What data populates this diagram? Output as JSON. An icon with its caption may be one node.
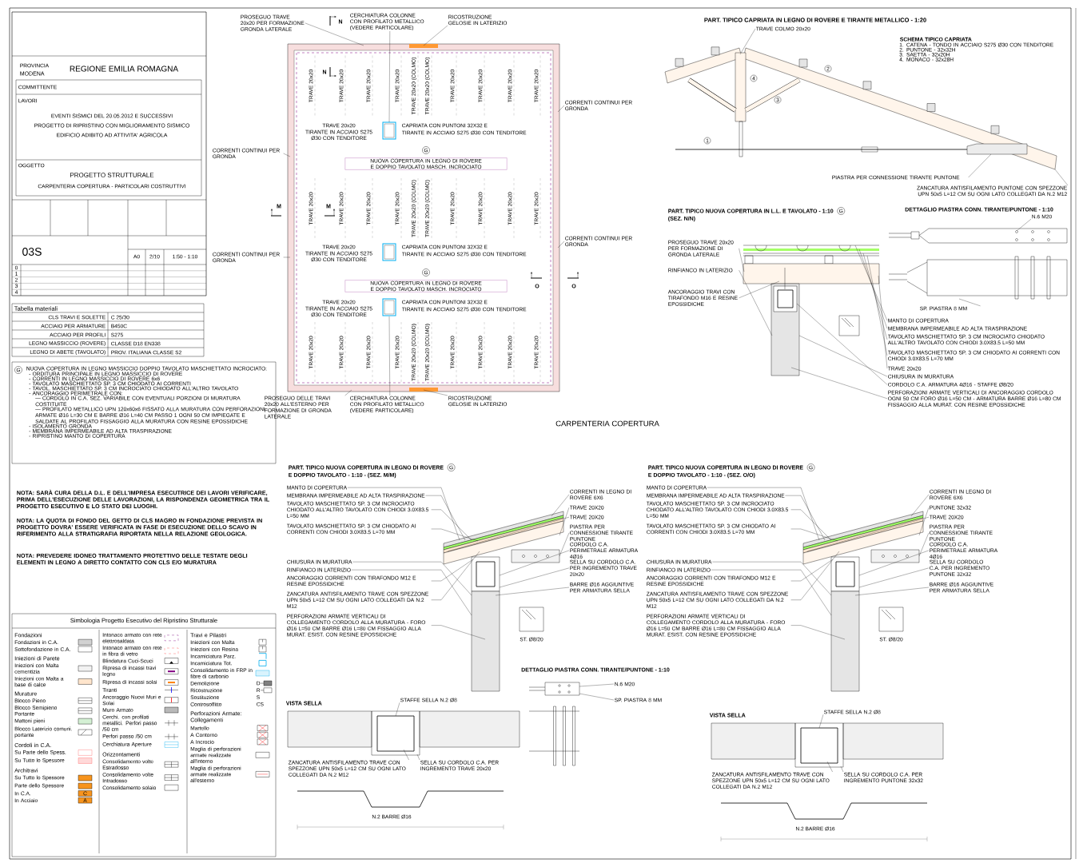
{
  "diagram": {
    "nodes": [
      {
        "text": [
          "PROSEGUO TRAVE 20x20 PER FORMAZIONE GRONDA LATERALE"
        ]
      },
      {
        "text": [
          "RICOSTRUZIONE GELOSIE IN LATERIZIO"
        ]
      },
      {
        "text": [
          "CORRENTI CONTINUI PER GRONDA"
        ]
      },
      {
        "text": [
          "CORRENTI CONTINUI PER GRONDA"
        ]
      },
      {
        "text": [
          "CORRENTI CONTINUI PER GRONDA"
        ]
      },
      {
        "text": [
          "CORRENTI CONTINUI PER GRONDA"
        ]
      },
      {
        "text": [
          "CERCHIATURA COLONNE CON PROFILATO METALLICO (VEDERE PARTICOLARE)"
        ]
      },
      {
        "text": [
          "CERCHIATURA COLONNE CON PROFILATO METALLICO (VEDERE PARTICOLARE)"
        ]
      },
      {
        "text": [
          "PROSEGUO DELLE TRAVI 20x20 ALL'ESTERNO PER FORMAZIONE DI GRONDA LATERALE"
        ]
      },
      {
        "text": [
          "RICOSTRUZIONE GELOSIE IN LATERIZIO"
        ]
      },
      {
        "text": [
          "TRAVE COLMO 20x20"
        ]
      },
      {
        "text": [
          "PIASTRA PER CONNESSIONE TIRANTE PUNTONE"
        ]
      },
      {
        "text": [
          "ZANCATURA ANTISFILAMENTO PUNTONE CON SPEZZONE UPN 50x5 L=12 CM SU OGNI LATO COLLEGATI DA N.2 M12"
        ]
      },
      {
        "text": [
          "N.6 M20"
        ]
      },
      {
        "text": [
          "SP. PIASTRA 8 MM"
        ]
      },
      {
        "text": [
          "MANTO DI COPERTURA"
        ]
      },
      {
        "text": [
          "MEMBRANA IMPERMEABILE AD ALTA TRASPIRAZIONE"
        ]
      },
      {
        "text": [
          "TAVOLATO MASCHIETTATO SP. 3 CM INCROCIATO CHIODATO ALL'ALTRO TAVOLATO CON CHIODI 3.0X83.5 L=50 MM"
        ]
      },
      {
        "text": [
          "TAVOLATO MASCHIETTATO SP. 3 CM CHIODATO AI CORRENTI CON CHIODI 3.0X83.5 L=70 MM"
        ]
      },
      {
        "text": [
          "PROSEGUO TRAVE 20x20 PER FORMAZIONE DI GRONDA LATERALE"
        ]
      },
      {
        "text": [
          "TRAVE 20x20"
        ]
      },
      {
        "text": [
          "CHIUSURA IN MURATURA"
        ]
      },
      {
        "text": [
          "RINFIANCO IN LATERIZIO"
        ]
      },
      {
        "text": [
          "ANCORAGGIO TRAVI CON TIRAFONDO M16 E RESINE EPOSSIDICHE"
        ]
      },
      {
        "text": [
          "CORDOLO C.A. ARMATURA 4Ø16 - STAFFE Ø8/20"
        ]
      },
      {
        "text": [
          "PERFORAZIONI ARMATE VERTICALI DI ANCORAGGIO CORDOLO OGNI 50 CM FORO Ø16 L=50 CM - ARMATURA BARRE Ø16 L=80 CM FISSAGGIO ALLA MURAT. CON RESINE EPOSSIDICHE"
        ]
      },
      {
        "text": [
          "MANTO DI COPERTURA"
        ]
      },
      {
        "text": [
          "MEMBRANA IMPERMEABILE AD ALTA TRASPIRAZIONE"
        ]
      },
      {
        "text": [
          "TAVOLATO MASCHIETTATO SP. 3 CM INCROCIATO CHIODATO ALL'ALTRO TAVOLATO CON CHIODI 3.0X83.5 L=50 MM"
        ]
      },
      {
        "text": [
          "TAVOLATO MASCHIETTATO SP. 3 CM CHIODATO AI CORRENTI CON CHIODI 3.0X83.5 L=70 MM"
        ]
      },
      {
        "text": [
          "CORRENTI IN LEGNO DI ROVERE 6X6"
        ]
      },
      {
        "text": [
          "TRAVE 20X20"
        ]
      },
      {
        "text": [
          "TRAVE 20X20"
        ]
      },
      {
        "text": [
          "CHIUSURA IN MURATURA"
        ]
      },
      {
        "text": [
          "RINFIANCO IN LATERIZIO"
        ]
      },
      {
        "text": [
          "PIASTRA PER CONNESSIONE TIRANTE PUNTONE"
        ]
      },
      {
        "text": [
          "ANCORAGGIO CORRENTI CON TIRAFONDO M12 E RESINE EPOSSIDICHE"
        ]
      },
      {
        "text": [
          "CORDOLO C.A. PERIMETRALE ARMATURA 4Ø16"
        ]
      },
      {
        "text": [
          "ZANCATURA ANTISFILAMENTO TRAVE CON SPEZZONE UPN 50x5 L=12 CM SU OGNI LATO COLLEGATI DA N.2 M12"
        ]
      },
      {
        "text": [
          "SELLA SU CORDOLO C.A. PER INGREMENTO TRAVE 20x20"
        ]
      },
      {
        "text": [
          "BARRE Ø16 AGGIUNTIVE PER ARMATURA SELLA"
        ]
      },
      {
        "text": [
          "PERFORAZIONI ARMATE VERTICALI DI COLLEGAMENTO CORDOLO ALLA MURATURA - FORO Ø16 L=50 CM BARRE Ø16 L=80 CM FISSAGGIO ALLA MURAT. ESIST. CON RESINE EPOSSIDICHE"
        ]
      },
      {
        "text": [
          "MANTO DI COPERTURA"
        ]
      },
      {
        "text": [
          "MEMBRANA IMPERMEABILE AD ALTA TRASPIRAZIONE"
        ]
      },
      {
        "text": [
          "TAVOLATO MASCHIETTATO SP. 3 CM INCROCIATO CHIODATO ALL'ALTRO TAVOLATO CON CHIODI 3.0X83.5 L=50 MM"
        ]
      },
      {
        "text": [
          "TAVOLATO MASCHIETTATO SP. 3 CM CHIODATO AI CORRENTI CON CHIODI 3.0X83.5 L=70 MM"
        ]
      },
      {
        "text": [
          "CORRENTI IN LEGNO DI ROVERE 6X6"
        ]
      },
      {
        "text": [
          "TRAVE 20X20"
        ]
      },
      {
        "text": [
          "PUNTONE 32x32"
        ]
      },
      {
        "text": [
          "CHIUSURA IN MURATURA"
        ]
      },
      {
        "text": [
          "RINFIANCO IN LATERIZIO"
        ]
      },
      {
        "text": [
          "PIASTRA PER CONNESSIONE TIRANTE PUNTONE"
        ]
      },
      {
        "text": [
          "ANCORAGGIO CORRENTI CON TIRAFONDO M12 E RESINE EPOSSIDICHE"
        ]
      },
      {
        "text": [
          "CORDOLO C.A. PERIMETRALE ARMATURA 4Ø16"
        ]
      },
      {
        "text": [
          "ZANCATURA ANTISFILAMENTO TRAVE CON SPEZZONE UPN 50x5 L=12 CM SU OGNI LATO COLLEGATI DA N.2 M12"
        ]
      },
      {
        "text": [
          "SELLA SU CORDOLO C.A. PER INGREMENTO PUNTONE 32x32"
        ]
      },
      {
        "text": [
          "BARRE Ø16 AGGIUNTIVE PER ARMATURA SELLA"
        ]
      },
      {
        "text": [
          "PERFORAZIONI ARMATE VERTICALI DI COLLEGAMENTO CORDOLO ALLA MURATURA - FORO Ø16 L=50 CM BARRE Ø16 L=80 CM FISSAGGIO ALLA MURAT. ESIST. CON RESINE EPOSSIDICHE"
        ]
      },
      {
        "text": [
          "STAFFE SELLA N.2 Ø8"
        ]
      },
      {
        "text": [
          "ZANCATURA ANTISFILAMENTO TRAVE CON SPEZZONE UPN 50x5 L=12 CM SU OGNI LATO COLLEGATI DA N.2 M12"
        ]
      },
      {
        "text": [
          "SELLA SU CORDOLO C.A. PER INGREMENTO TRAVE 20x20"
        ]
      },
      {
        "text": [
          "STAFFE SELLA N.2 Ø8"
        ]
      },
      {
        "text": [
          "ZANCATURA ANTISFILAMENTO TRAVE CON SPEZZONE UPN 50x5 L=12 CM SU OGNI LATO COLLEGATI DA N.2 M12"
        ]
      },
      {
        "text": [
          "SELLA SU CORDOLO C.A. PER INGREMENTO PUNTONE 32x32"
        ]
      },
      {
        "text": [
          "N.6 M20"
        ]
      },
      {
        "text": [
          "SP. PIASTRA 8 MM"
        ]
      },
      {
        "text": [],
        "shape": "picture"
      },
      {
        "text": [],
        "shape": "picture"
      },
      {
        "text": [],
        "shape": "picture"
      },
      {
        "text": [],
        "shape": "picture"
      },
      {
        "text": [],
        "shape": "picture"
      },
      {
        "text": [],
        "shape": "picture"
      },
      {
        "text": [],
        "shape": "picture"
      },
      {
        "text": [],
        "shape": "picture"
      },
      {
        "text": [],
        "shape": "picture"
      }
    ],
    "edges": [
      {
        "from": 0,
        "to": 66,
        "arrow": "none"
      },
      {
        "from": 1,
        "to": 66,
        "arrow": "none"
      },
      {
        "from": 2,
        "to": 66,
        "arrow": "none"
      },
      {
        "from": 3,
        "to": 66,
        "arrow": "none"
      },
      {
        "from": 4,
        "to": 66,
        "arrow": "none"
      },
      {
        "from": 5,
        "to": 66,
        "arrow": "none"
      },
      {
        "from": 6,
        "to": 66,
        "arrow": "none"
      },
      {
        "from": 7,
        "to": 66,
        "arrow": "none"
      },
      {
        "from": 8,
        "to": 66,
        "arrow": "none"
      },
      {
        "from": 9,
        "to": 66,
        "arrow": "none"
      },
      {
        "from": 10,
        "to": 67,
        "arrow": "none"
      },
      {
        "from": 11,
        "to": 67,
        "arrow": "none"
      },
      {
        "from": 12,
        "to": 67,
        "arrow": "none"
      },
      {
        "from": 13,
        "to": 68,
        "arrow": "none"
      },
      {
        "from": 14,
        "to": 68,
        "arrow": "none"
      },
      {
        "from": 15,
        "to": 69,
        "arrow": "none"
      },
      {
        "from": 16,
        "to": 69,
        "arrow": "none"
      },
      {
        "from": 17,
        "to": 69,
        "arrow": "none"
      },
      {
        "from": 18,
        "to": 69,
        "arrow": "none"
      },
      {
        "from": 19,
        "to": 69,
        "arrow": "none"
      },
      {
        "from": 20,
        "to": 69,
        "arrow": "none"
      },
      {
        "from": 21,
        "to": 69,
        "arrow": "none"
      },
      {
        "from": 22,
        "to": 69,
        "arrow": "none"
      },
      {
        "from": 23,
        "to": 69,
        "arrow": "none"
      },
      {
        "from": 24,
        "to": 69,
        "arrow": "none"
      },
      {
        "from": 25,
        "to": 69,
        "arrow": "none"
      },
      {
        "from": 26,
        "to": 70,
        "arrow": "none"
      },
      {
        "from": 27,
        "to": 70,
        "arrow": "none"
      },
      {
        "from": 28,
        "to": 70,
        "arrow": "none"
      },
      {
        "from": 29,
        "to": 70,
        "arrow": "none"
      },
      {
        "from": 30,
        "to": 70,
        "arrow": "none"
      },
      {
        "from": 31,
        "to": 70,
        "arrow": "none"
      },
      {
        "from": 32,
        "to": 70,
        "arrow": "none"
      },
      {
        "from": 33,
        "to": 70,
        "arrow": "none"
      },
      {
        "from": 34,
        "to": 70,
        "arrow": "none"
      },
      {
        "from": 35,
        "to": 70,
        "arrow": "none"
      },
      {
        "from": 36,
        "to": 70,
        "arrow": "none"
      },
      {
        "from": 37,
        "to": 70,
        "arrow": "none"
      },
      {
        "from": 38,
        "to": 70,
        "arrow": "none"
      },
      {
        "from": 39,
        "to": 70,
        "arrow": "none"
      },
      {
        "from": 40,
        "to": 70,
        "arrow": "none"
      },
      {
        "from": 41,
        "to": 70,
        "arrow": "none"
      },
      {
        "from": 42,
        "to": 71,
        "arrow": "none"
      },
      {
        "from": 43,
        "to": 71,
        "arrow": "none"
      },
      {
        "from": 44,
        "to": 71,
        "arrow": "none"
      },
      {
        "from": 45,
        "to": 71,
        "arrow": "none"
      },
      {
        "from": 46,
        "to": 71,
        "arrow": "none"
      },
      {
        "from": 47,
        "to": 71,
        "arrow": "none"
      },
      {
        "from": 48,
        "to": 71,
        "arrow": "none"
      },
      {
        "from": 49,
        "to": 71,
        "arrow": "none"
      },
      {
        "from": 50,
        "to": 71,
        "arrow": "none"
      },
      {
        "from": 51,
        "to": 71,
        "arrow": "none"
      },
      {
        "from": 52,
        "to": 71,
        "arrow": "none"
      },
      {
        "from": 53,
        "to": 71,
        "arrow": "none"
      },
      {
        "from": 54,
        "to": 71,
        "arrow": "none"
      },
      {
        "from": 55,
        "to": 71,
        "arrow": "none"
      },
      {
        "from": 56,
        "to": 71,
        "arrow": "none"
      },
      {
        "from": 57,
        "to": 71,
        "arrow": "none"
      },
      {
        "from": 58,
        "to": 72,
        "arrow": "none"
      },
      {
        "from": 59,
        "to": 72,
        "arrow": "none"
      },
      {
        "from": 60,
        "to": 72,
        "arrow": "none"
      },
      {
        "from": 61,
        "to": 73,
        "arrow": "none"
      },
      {
        "from": 62,
        "to": 73,
        "arrow": "none"
      },
      {
        "from": 63,
        "to": 73,
        "arrow": "none"
      },
      {
        "from": 64,
        "to": 74,
        "arrow": "none"
      },
      {
        "from": 65,
        "to": 74,
        "arrow": "none"
      }
    ],
    "labels": [
      "PROVINCIA",
      "MODENA",
      "REGIONE EMILIA ROMAGNA",
      "COMMITTENTE",
      "LAVORI",
      "EVENTI SISMICI DEL 20.05.2012 E SUCCESSIVI",
      "PROGETTO DI RIPRISTINO CON MIGLIORAMENTO SISMICO",
      "EDIFICIO ADIBITO AD ATTIVITA' AGRICOLA",
      "OGGETTO",
      "PROGETTO STRUTTURALE",
      "CARPENTERIA COPERTURA - PARTICOLARI COSTRUTTIVI",
      "03S",
      "A0",
      "2/10",
      "1:50 - 1:10",
      "0",
      "1",
      "2",
      "3",
      "4",
      "Tabella materiali",
      "CLS TRAVI E SOLETTE",
      "C 25/30",
      "ACCIAIO PER ARMATURE",
      "B450C",
      "ACCIAIO PER PROFILI",
      "S275",
      "LEGNO MASSICCIO (ROVERE)",
      "CLASSE D18 EN338",
      "LEGNO DI ABETE (TAVOLATO)",
      "PROV. ITALIANA CLASSE S2",
      "G",
      "NUOVA COPERTURA IN LEGNO MASSICCIO DOPPIO TAVOLATO MASCHIETTATO INCROCIATO:",
      "- ORDITURA PRINCIPALE IN LEGNO MASSICCIO DI ROVERE",
      "- CORRENTI IN LEGNO MASSICCIO DI ROVERE 6x6",
      "- TAVOLATO MASCHIETTATO SP. 3 CM CHIODATO AI CORRENTI",
      "- TAVOL. MASCHIETTATO SP. 3 CM INCROCIATO CHIODATO ALL'ALTRO TAVOLATO",
      "- ANCORAGGIO PERIMETRALE CON:",
      "— CORDOLO IN C.A. SEZ. VARIABILE CON EVENTUALI PORZIONI DI MURATURA COSTITUITE",
      "— PROFILATO METALLICO UPN 120x60x6 FISSATO ALLA MURATURA CON PERFORAZIONI ARMATE Ø16 L=30 CM E BARRE Ø16 L=40 CM PASSO 1 OGNI 50 CM IMPIEGATE E SALDATE AL PROFILATO FISSAGGIO ALLA MURATURA CON RESINE EPOSSIDICHE",
      "- ISOLAMENTO GRONDA",
      "- MEMBRANA IMPERMEABILE AD ALTA TRASPIRAZIONE",
      "- RIPRISTINO MANTO DI COPERTURA",
      "NOTA: SARÀ CURA DELLA D.L. E DELL'IMPRESA ESECUTRICE DEI LAVORI VERIFICARE, PRIMA DELL'ESECUZIONE DELLE LAVORAZIONI, LA RISPONDENZA GEOMETRICA TRA IL PROGETTO ESECUTIVO E LO STATO DEI LUOGHI.",
      "NOTA: LA QUOTA DI FONDO DEL GETTO DI CLS MAGRO IN FONDAZIONE PREVISTA IN PROGETTO DOVRA' ESSERE VERIFICATA IN FASE DI ESECUZIONE DELLO SCAVO IN RIFERIMENTO ALLA STRATIGRAFIA RIPORTATA NELLA RELAZIONE GEOLOGICA.",
      "NOTA: PREVEDERE IDONEO TRATTAMENTO PROTETTIVO DELLE TESTATE DEGLI ELEMENTI IN LEGNO A DIRETTO CONTATTO CON CLS E/O MURATURA",
      "Simbologia Progetto Esecutivo del Ripristino Strutturale",
      "Fondazioni",
      "Iniezioni di Parete",
      "Murature",
      "Cordoli in C.A.",
      "Architravi",
      "Orizzontamenti",
      "Travi e Pilastri",
      "Perforazioni Armate: Collegamenti",
      "C",
      "A",
      "TRAVE 20x20",
      "TRAVE 20x20",
      "TRAVE 20x20",
      "TRAVE 20x20",
      "TRAVE 20x20 (COLMO)",
      "TRAVE 20x20 (COLMO)",
      "TRAVE 20x20",
      "TRAVE 20x20",
      "TRAVE 20x20",
      "TRAVE 20x20",
      "TRAVE 20x20",
      "TRAVE 20x20",
      "TRAVE 20x20",
      "TRAVE 20x20",
      "TRAVE 20x20 (COLMO)",
      "TRAVE 20x20 (COLMO)",
      "TRAVE 20x20",
      "TRAVE 20x20",
      "TRAVE 20x20",
      "TRAVE 20x20",
      "TRAVE 20x20",
      "TRAVE 20x20",
      "TRAVE 20x20",
      "TRAVE 20x20",
      "TRAVE 20x20 (COLMO)",
      "TRAVE 20x20 (COLMO)",
      "TRAVE 20x20",
      "TRAVE 20x20",
      "TRAVE 20x20",
      "TRAVE 20x20",
      "TRAVE 20x20",
      "TIRANTE IN ACCIAIO S275 Ø30 CON TENDITORE",
      "CAPRIATA CON PUNTONI 32X32 E",
      "TIRANTE IN ACCIAIO S275 Ø30 CON TENDITORE",
      "G",
      "NUOVA COPERTURA IN LEGNO DI ROVERE E DOPPIO TAVOLATO MASCH. INCROCIATO",
      "TRAVE 20x20",
      "TIRANTE IN ACCIAIO S275 Ø30 CON TENDITORE",
      "CAPRIATA CON PUNTONI 32X32 E",
      "TIRANTE IN ACCIAIO S275 Ø30 CON TENDITORE",
      "G",
      "NUOVA COPERTURA IN LEGNO DI ROVERE E DOPPIO TAVOLATO MASCH. INCROCIATO",
      "TRAVE 20x20",
      "TIRANTE IN ACCIAIO S275 Ø30 CON TENDITORE",
      "CAPRIATA CON PUNTONI 32X32 E",
      "TIRANTE IN ACCIAIO S275 Ø30 CON TENDITORE",
      "N",
      "N",
      "M",
      "M",
      "O",
      "O",
      "CARPENTERIA COPERTURA",
      "PART. TIPICO CAPRIATA IN LEGNO DI ROVERE E TIRANTE METALLICO - 1:20",
      "SCHEMA TIPICO CAPRIATA",
      "1. CATENA - TONDO IN ACCIAIO S275 Ø30 CON TENDITORE",
      "2. PUNTONE - 32x32H",
      "3. SAETTA - 32x20H",
      "4. MONACO - 32x28H",
      "1",
      "2",
      "3",
      "4",
      "PART. TIPICO NUOVA COPERTURA IN L.L. E TAVOLATO - 1:10",
      "G",
      "DETTAGLIO PIASTRA CONN. TIRANTE/PUNTONE - 1:10",
      "(SEZ. N/N)",
      "PART. TIPICO NUOVA COPERTURA IN LEGNO DI ROVERE",
      "G",
      "E DOPPIO TAVOLATO - 1:10 - (SEZ. M/M)",
      "PART. TIPICO NUOVA COPERTURA IN LEGNO DI ROVERE",
      "G",
      "E DOPPIO TAVOLATO - 1:10 - (SEZ. O/O)",
      "VISTA SELLA",
      "N.2 BARRE Ø16",
      "VISTA SELLA",
      "N.2 BARRE Ø16",
      "DETTAGLIO PIASTRA CONN. TIRANTE/PUNTONE - 1:10",
      "ST. Ø8/20",
      "ST. Ø8/20",
      "D",
      "R",
      "S",
      "CS"
    ],
    "legend": [
      {
        "text": "Fondazioni in C.A."
      },
      {
        "text": "Sottofondazione in C.A."
      },
      {
        "text": "Iniezioni con Malta cementizia"
      },
      {
        "text": "Iniezioni con Malta a base di calce"
      },
      {
        "text": "Blocco Pieno"
      },
      {
        "text": "Blocco Semipieno Portante"
      },
      {
        "text": "Mattoni pieni",
        "color": "#d4f0d4"
      },
      {
        "text": "Blocco Laterizio comuni. portante"
      },
      {
        "text": "Su Parte dello Spess."
      },
      {
        "text": "Su Tutto lo Spessore"
      },
      {
        "text": "Su Tutto lo Spessore",
        "color": "#f7941d"
      },
      {
        "text": "Parte dello Spessore",
        "color": "#f7941d"
      },
      {
        "text": "In C.A.",
        "color": "#f7941d"
      },
      {
        "text": "In Acciaio",
        "color": "#f7941d"
      },
      {
        "text": "Intonaco armato con rete elettrosaldata"
      },
      {
        "text": "Intonaco armato con rete in fibra di vetro"
      },
      {
        "text": "Blindatura Cuci-Scuci"
      },
      {
        "text": "Ripresa di incassi travi legno"
      },
      {
        "text": "Ripresa di incassi solai"
      },
      {
        "text": "Tiranti"
      },
      {
        "text": "Ancoraggio Nuovi Muri e Solai"
      },
      {
        "text": "Muro Armato"
      },
      {
        "text": "Cerchi. con profilati metallici. Perfori passo /50 cm"
      },
      {
        "text": "Perfori passo /50 cm"
      },
      {
        "text": "Cerchiatura Aperture"
      },
      {
        "text": "Consolidamento volte Estradosso"
      },
      {
        "text": "Consolidamento volte Intradosso"
      },
      {
        "text": "Consolidamento solaio"
      },
      {
        "text": "Iniezioni con Malta"
      },
      {
        "text": "Iniezioni con Resina"
      },
      {
        "text": "Incamiciatura Parz."
      },
      {
        "text": "Incamiciatura Tot."
      },
      {
        "text": "Consolidamento in FRP in fibre di carbonio"
      },
      {
        "text": "Demolizione"
      },
      {
        "text": "Ricostruzione"
      },
      {
        "text": "Sostituzione"
      },
      {
        "text": "Controsoffitto"
      },
      {
        "text": "Martello"
      },
      {
        "text": "A Contorno"
      },
      {
        "text": "A Incrocio"
      },
      {
        "text": "Maglia di perforazioni armate realizzate all'interno"
      },
      {
        "text": "Maglia di perforazioni armate realizzate all'esterno"
      }
    ]
  }
}
